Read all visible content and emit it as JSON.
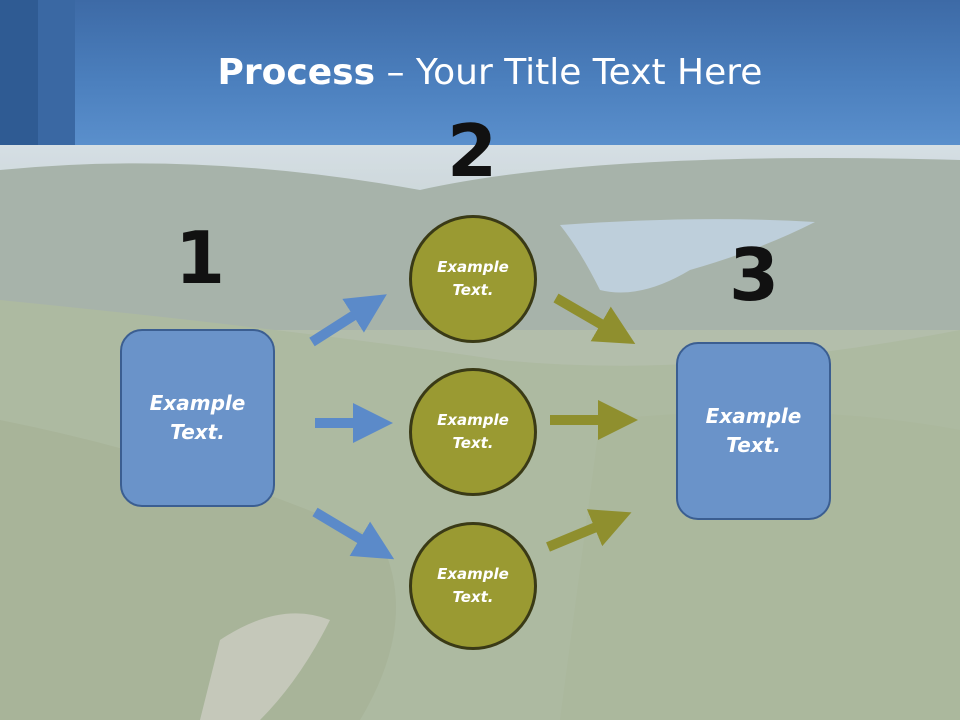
{
  "title": {
    "bold": "Process",
    "rest": " – Your Title Text Here"
  },
  "numbers": {
    "n1": "1",
    "n2": "2",
    "n3": "3"
  },
  "step1_box": {
    "line1": "Example",
    "line2": "Text."
  },
  "circles": [
    {
      "line1": "Example",
      "line2": "Text."
    },
    {
      "line1": "Example",
      "line2": "Text."
    },
    {
      "line1": "Example",
      "line2": "Text."
    }
  ],
  "step3_box": {
    "line1": "Example",
    "line2": "Text."
  },
  "colors": {
    "box": "#6a93c9",
    "circle": "#9a9a32",
    "blue_arrow": "#5b8ac9",
    "olive_arrow": "#8f8f2e"
  }
}
